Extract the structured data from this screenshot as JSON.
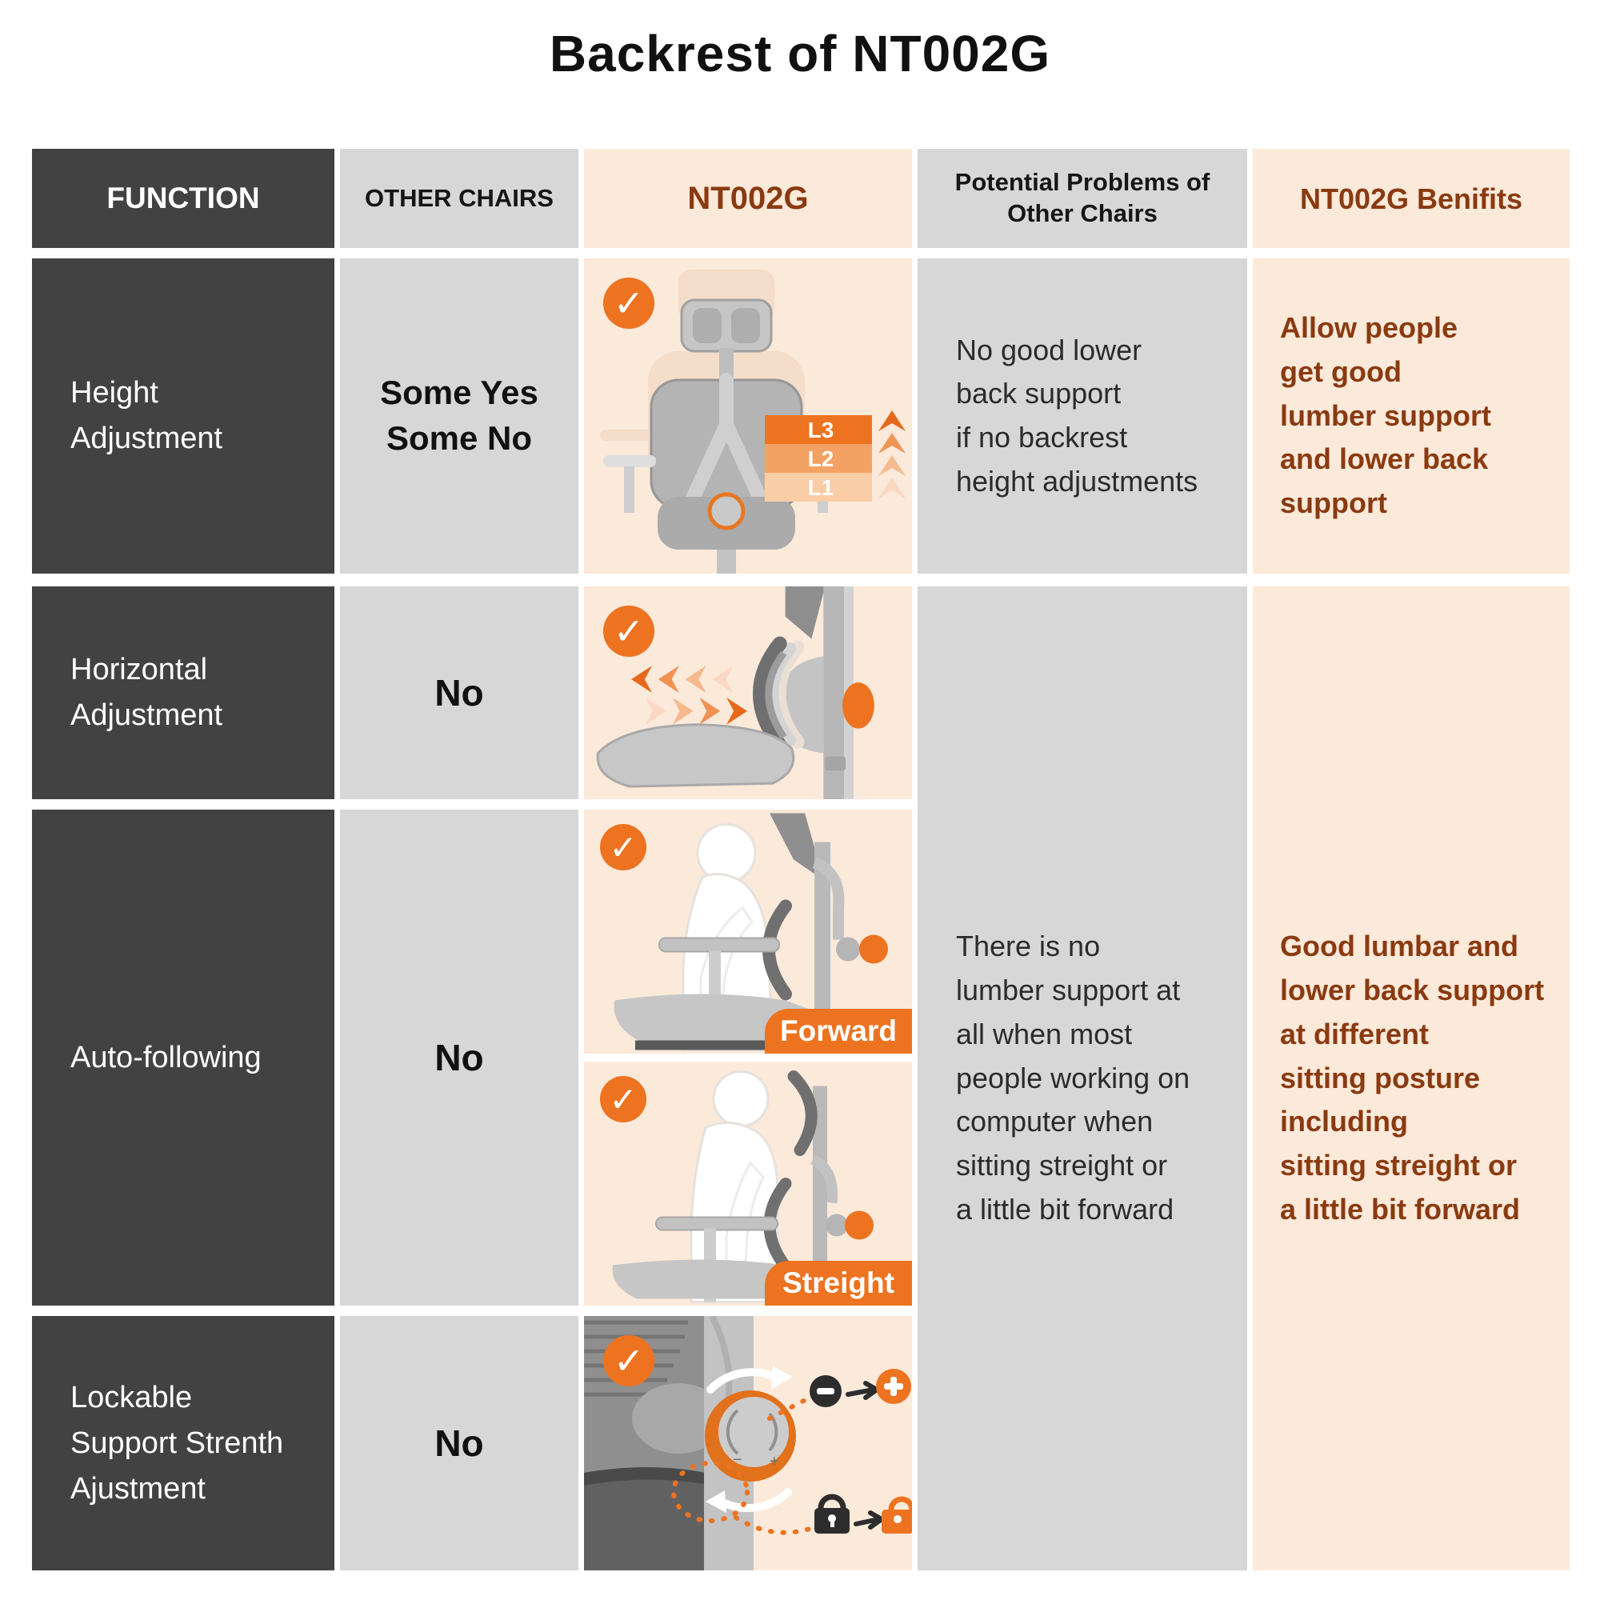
{
  "page_title": "Backrest of NT002G",
  "colors": {
    "orange": "#ed7320",
    "dark": "#424242",
    "gray": "#d7d7d7",
    "peach": "#fbe9da",
    "brown": "#8a3a10"
  },
  "icons": {
    "check": "✓"
  },
  "header": {
    "col1": "FUNCTION",
    "col2": "OTHER CHAIRS",
    "col3": "NT002G",
    "col4": "Potential Problems of\nOther Chairs",
    "col5": "NT002G Benifits"
  },
  "rows": [
    {
      "function": "Height\nAdjustment",
      "other": "Some Yes\nSome No",
      "image_labels": [
        "L3",
        "L2",
        "L1"
      ],
      "problem": "No good lower\nback support\nif no backrest\nheight adjustments",
      "benefit": "Allow people\nget good\nlumber support\nand lower back\nsupport"
    },
    {
      "function": "Horizontal\nAdjustment",
      "other": "No"
    },
    {
      "function": "Auto-following",
      "other": "No",
      "banners": [
        "Forward",
        "Streight"
      ]
    },
    {
      "function": "Lockable\nSupport Strenth\nAjustment",
      "other": "No",
      "knob_marks": {
        "minus": "−",
        "plus": "+"
      }
    }
  ],
  "merged": {
    "problem": "There is no\nlumber support at\nall when most\npeople working on\ncomputer when\nsitting streight or\na little bit forward",
    "benefit": "Good lumbar and\nlower back support\nat different\nsitting posture\nincluding\nsitting streight or\na little bit forward"
  }
}
